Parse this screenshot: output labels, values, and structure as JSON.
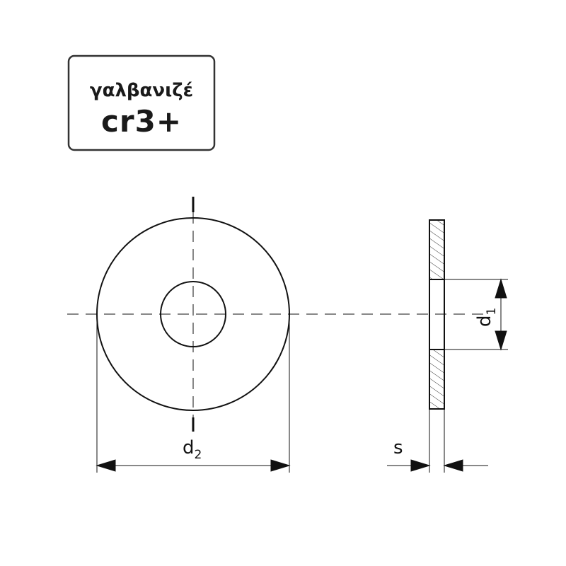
{
  "badge": {
    "line1": "γαλβανιζέ",
    "line2": "cr3+"
  },
  "dimensions": {
    "d1": {
      "base": "d",
      "sub": "1"
    },
    "d2": {
      "base": "d",
      "sub": "2"
    },
    "s": "s"
  },
  "colors": {
    "line": "#111111",
    "badge_border": "#333333",
    "background": "#ffffff"
  }
}
